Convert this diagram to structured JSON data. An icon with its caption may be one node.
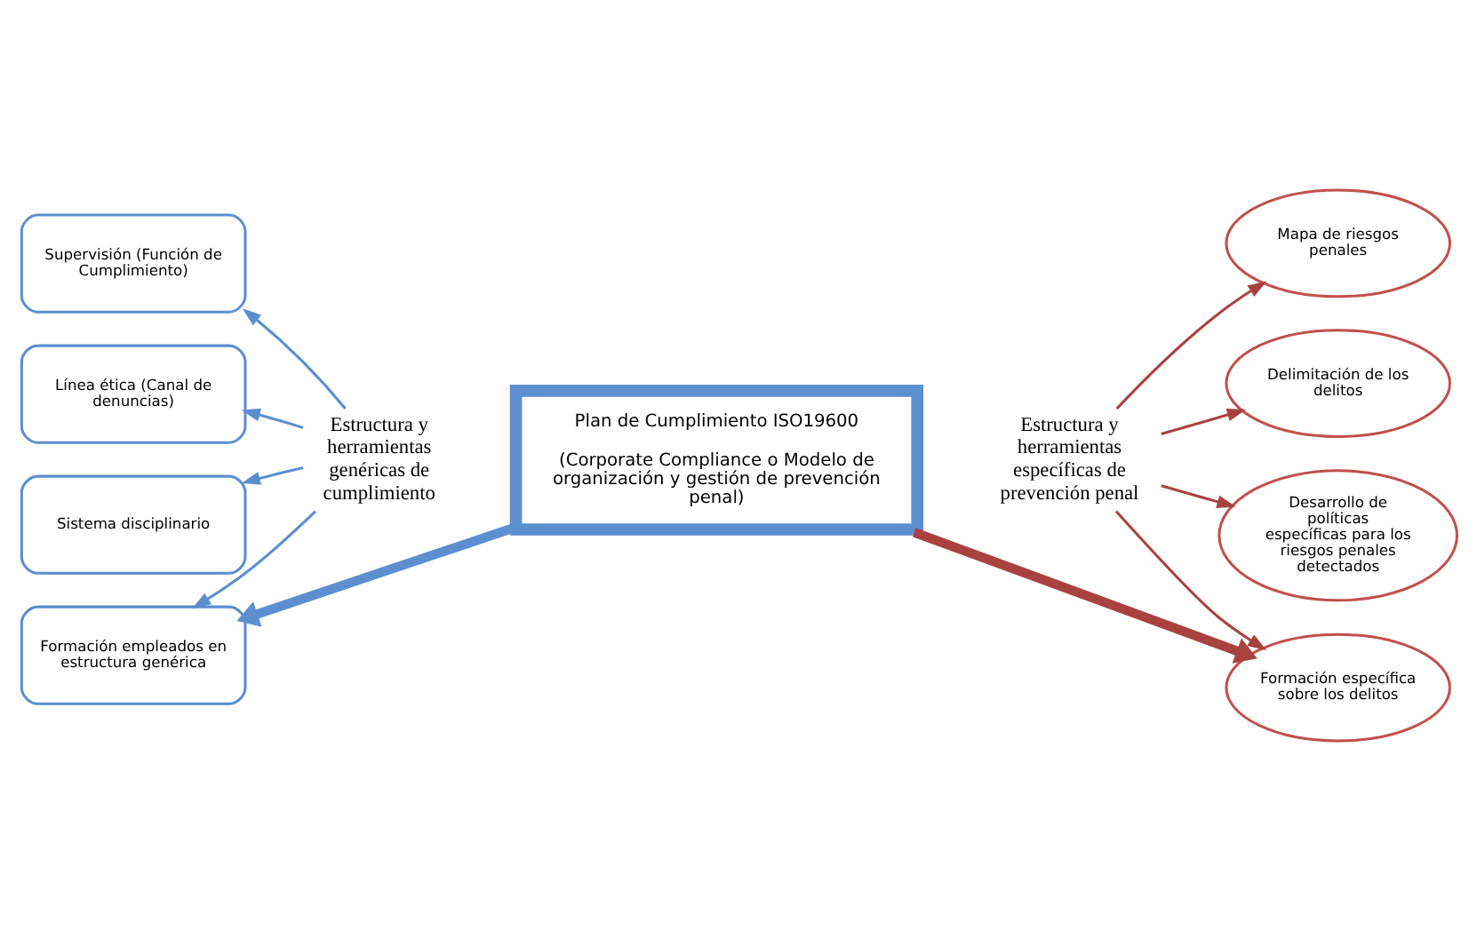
{
  "diagram": {
    "nodes": [
      {
        "text": [
          "Supervisión (Función de Cumplimiento)"
        ]
      },
      {
        "text": [
          "Línea ética (Canal de denuncias)"
        ]
      },
      {
        "text": [
          "Sistema disciplinario"
        ]
      },
      {
        "text": [
          "Formación empleados en estructura genérica"
        ]
      },
      {
        "text": [
          "Estructura y herramientas genéricas de cumplimiento"
        ]
      },
      {
        "text": [
          "Estructura y herramientas específicas de prevención penal"
        ]
      },
      {
        "text": [
          "Mapa de riesgos penales"
        ]
      },
      {
        "text": [
          "Delimitación de los delitos"
        ]
      },
      {
        "text": [
          "Desarrollo de políticas específicas para los riesgos penales detectados"
        ]
      },
      {
        "text": [
          "Formación específica sobre los delitos"
        ]
      },
      {
        "text": [
          "Plan de Cumplimiento ISO19600",
          "(Corporate Compliance o Modelo de organización y gestión de prevención penal)"
        ]
      }
    ],
    "edges": [
      {
        "from": 4,
        "to": 0,
        "arrow": "to",
        "color": "#5b8fd0"
      },
      {
        "from": 4,
        "to": 1,
        "arrow": "to",
        "color": "#5b8fd0"
      },
      {
        "from": 4,
        "to": 2,
        "arrow": "to",
        "color": "#5b8fd0"
      },
      {
        "from": 4,
        "to": 3,
        "arrow": "to",
        "color": "#5b8fd0"
      },
      {
        "from": 5,
        "to": 6,
        "arrow": "to",
        "color": "#a9423f"
      },
      {
        "from": 5,
        "to": 7,
        "arrow": "to",
        "color": "#a9423f"
      },
      {
        "from": 5,
        "to": 8,
        "arrow": "to",
        "color": "#a9423f"
      },
      {
        "from": 5,
        "to": 9,
        "arrow": "to",
        "color": "#a9423f"
      },
      {
        "from": 10,
        "to": 3,
        "arrow": "to",
        "style": "thick",
        "color": "#5b8fd0"
      },
      {
        "from": 10,
        "to": 9,
        "arrow": "to",
        "style": "thick",
        "color": "#a9423f"
      }
    ]
  }
}
